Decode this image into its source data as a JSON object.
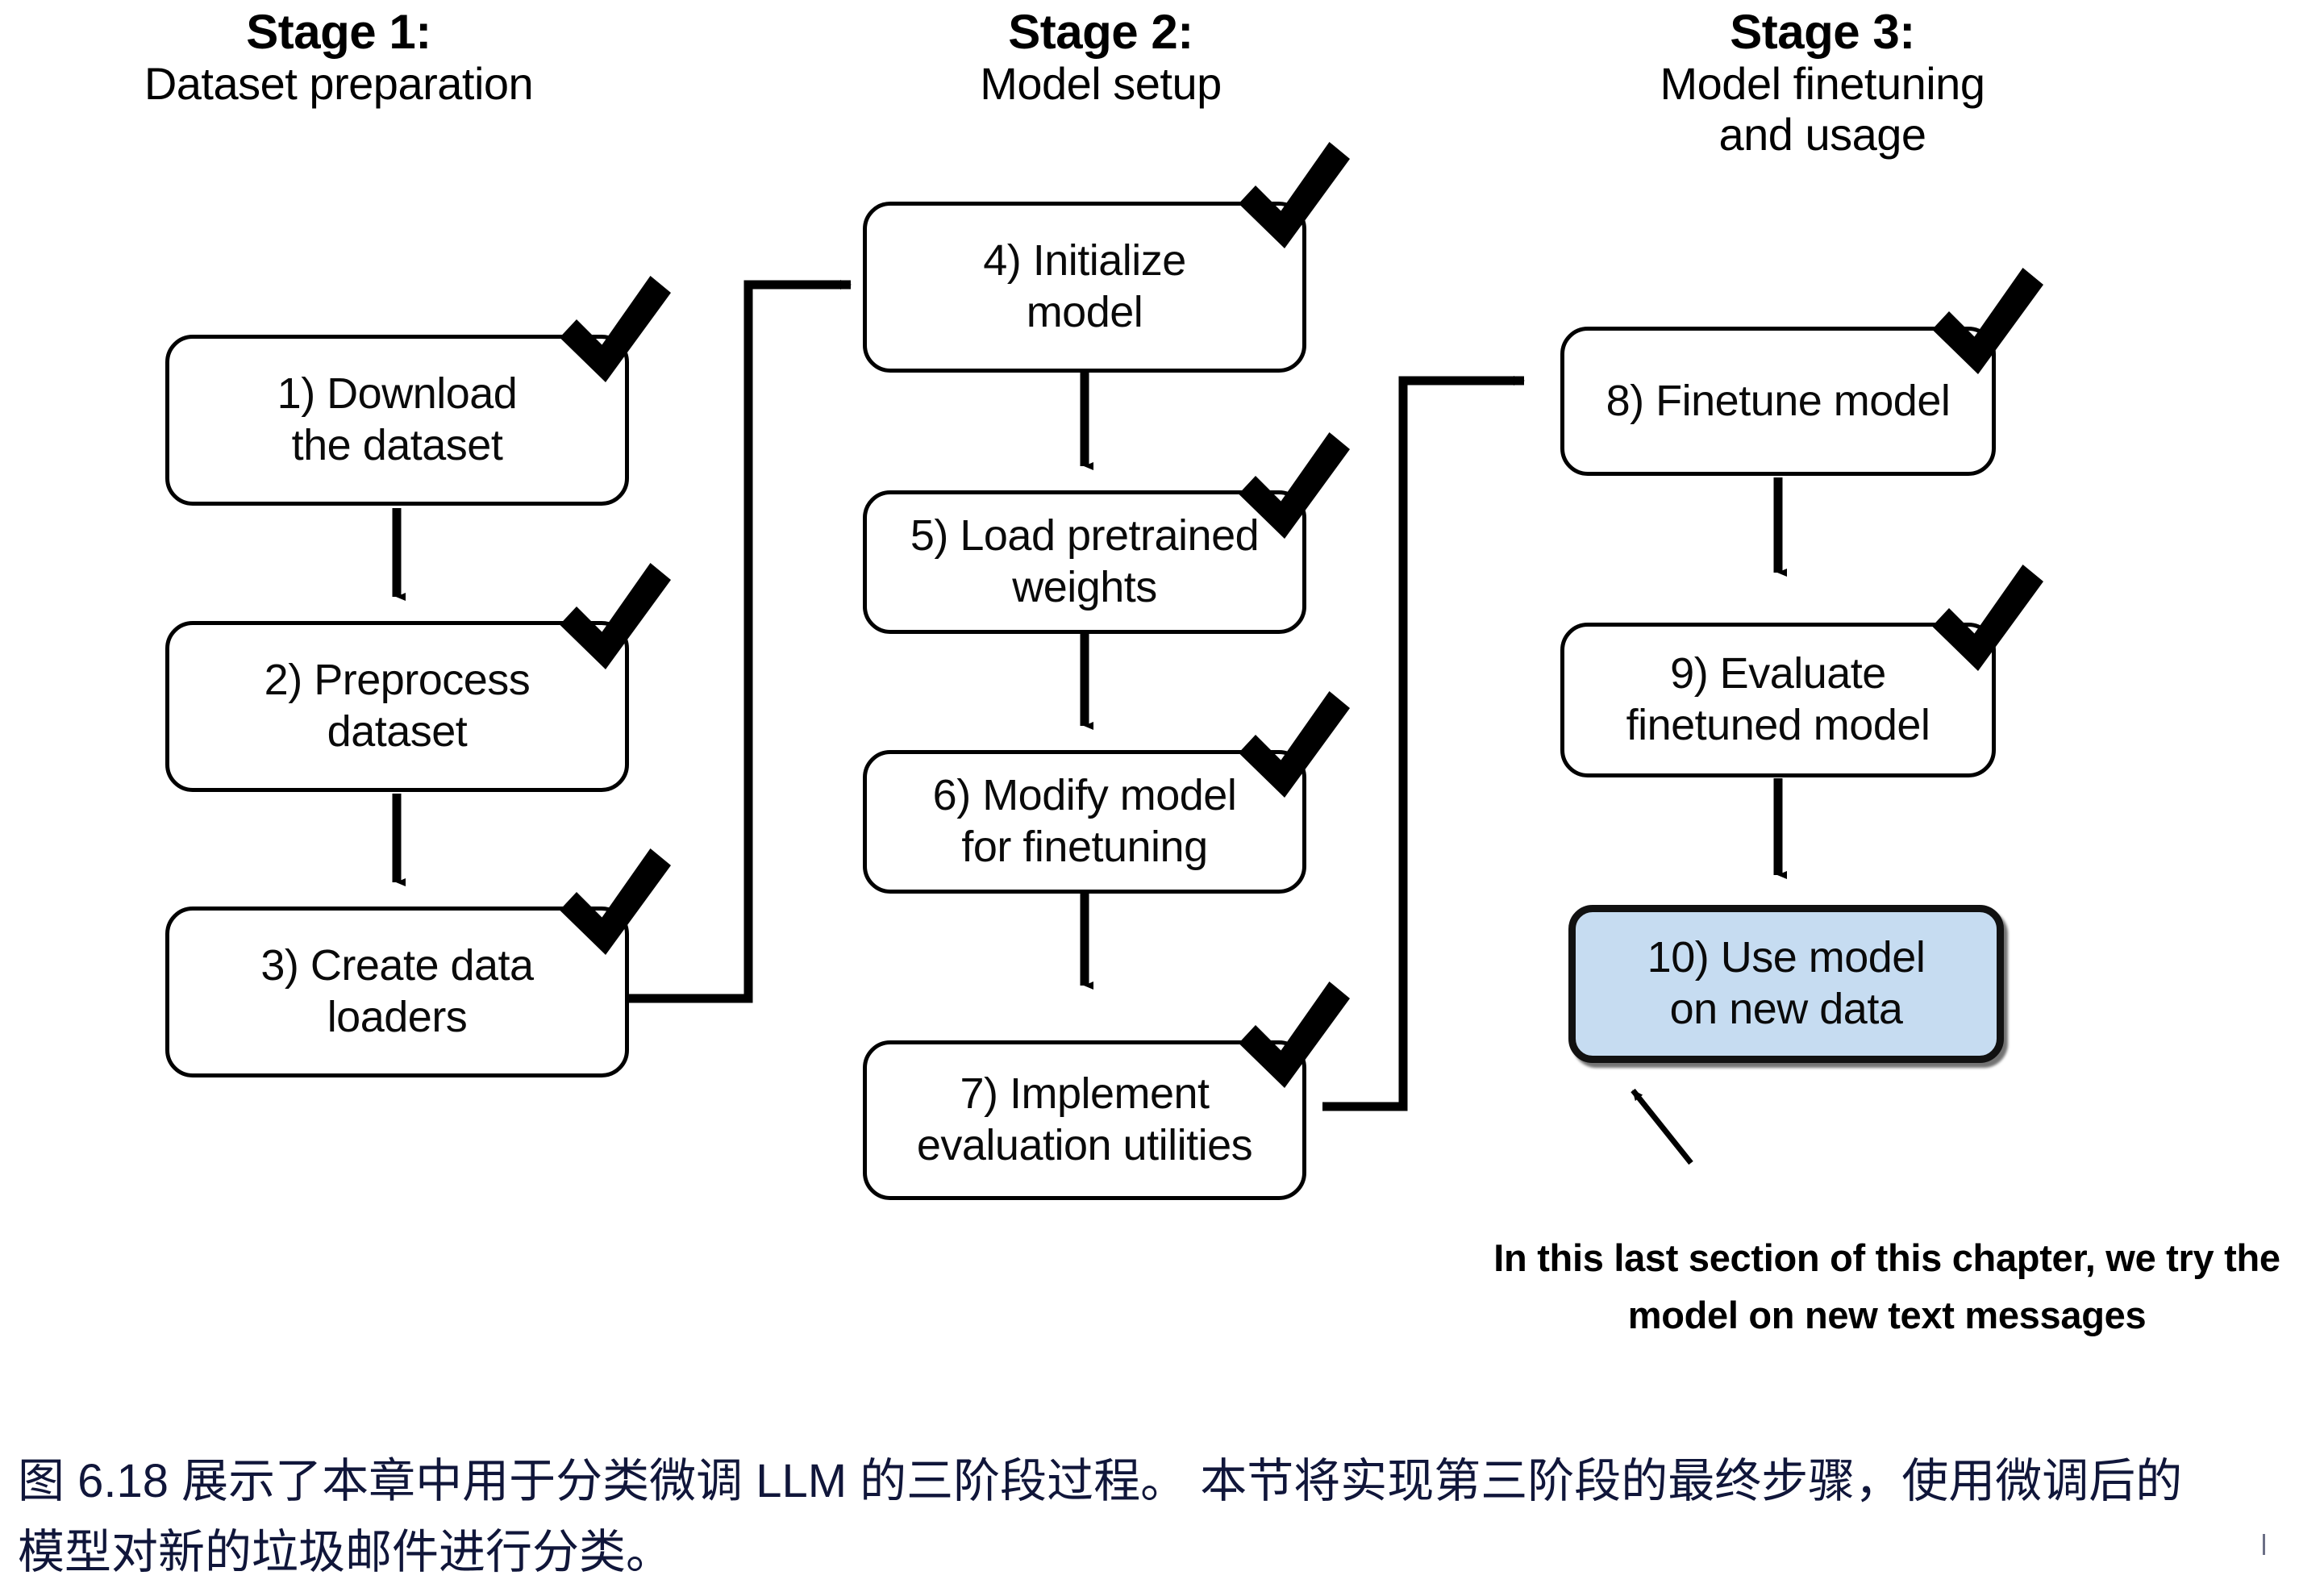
{
  "figure": {
    "stages": [
      {
        "title": "Stage 1:",
        "subtitle_lines": [
          "Dataset preparation"
        ]
      },
      {
        "title": "Stage 2:",
        "subtitle_lines": [
          "Model setup"
        ]
      },
      {
        "title": "Stage 3:",
        "subtitle_lines": [
          "Model finetuning",
          "and usage"
        ]
      }
    ],
    "steps": [
      {
        "id": "step-1",
        "lines": [
          "1) Download",
          "the dataset"
        ],
        "checked": true,
        "highlighted": false
      },
      {
        "id": "step-2",
        "lines": [
          "2) Preprocess",
          "dataset"
        ],
        "checked": true,
        "highlighted": false
      },
      {
        "id": "step-3",
        "lines": [
          "3) Create data",
          "loaders"
        ],
        "checked": true,
        "highlighted": false
      },
      {
        "id": "step-4",
        "lines": [
          "4) Initialize",
          "model"
        ],
        "checked": true,
        "highlighted": false
      },
      {
        "id": "step-5",
        "lines": [
          "5) Load pretrained",
          "weights"
        ],
        "checked": true,
        "highlighted": false
      },
      {
        "id": "step-6",
        "lines": [
          "6) Modify model",
          "for finetuning"
        ],
        "checked": true,
        "highlighted": false
      },
      {
        "id": "step-7",
        "lines": [
          "7) Implement",
          "evaluation utilities"
        ],
        "checked": true,
        "highlighted": false
      },
      {
        "id": "step-8",
        "lines": [
          "8) Finetune model"
        ],
        "checked": true,
        "highlighted": false
      },
      {
        "id": "step-9",
        "lines": [
          "9) Evaluate",
          "finetuned model"
        ],
        "checked": true,
        "highlighted": false
      },
      {
        "id": "step-10",
        "lines": [
          "10) Use model",
          "on new data"
        ],
        "checked": false,
        "highlighted": true
      }
    ],
    "annotation": {
      "lines": [
        "In this last section of this chapter, we try the",
        "model on new text messages"
      ]
    },
    "colors": {
      "highlight_fill": "#c6dcf1",
      "stroke": "#000000",
      "caption_text": "#10163a"
    }
  },
  "caption": {
    "lines": [
      "图 6.18 展示了本章中用于分类微调 LLM 的三阶段过程。 本节将实现第三阶段的最终步骤，使用微调后的",
      "模型对新的垃圾邮件进行分类。"
    ]
  }
}
